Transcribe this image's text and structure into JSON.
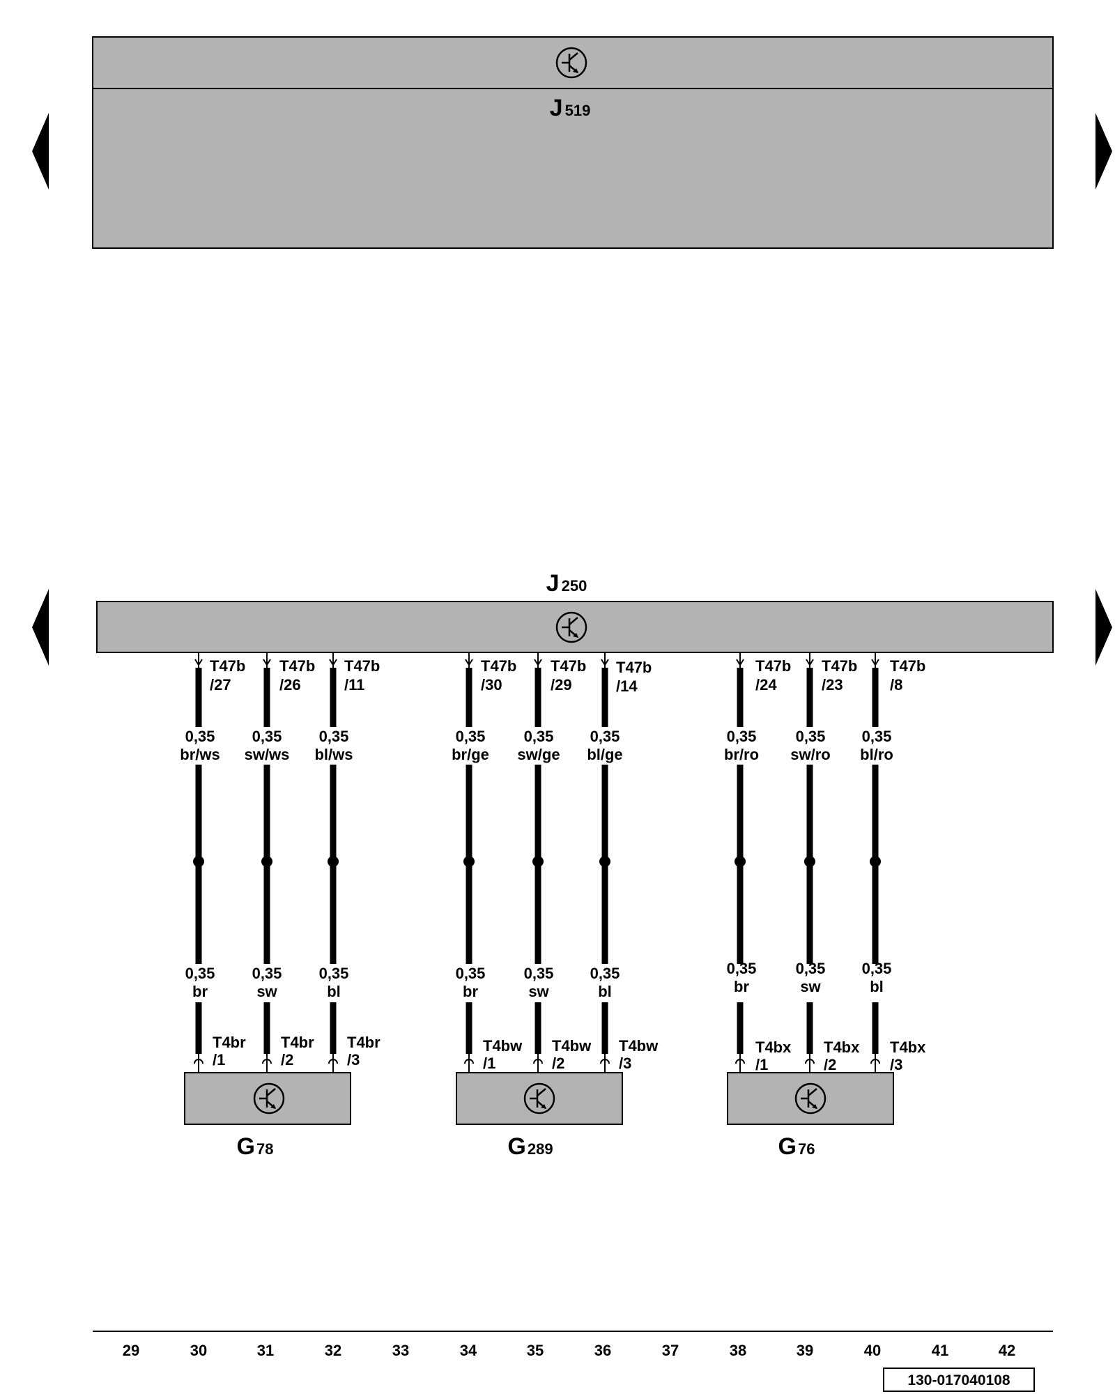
{
  "colors": {
    "module_fill": "#b3b3b3",
    "line": "#000000",
    "background": "#ffffff"
  },
  "modules": {
    "j519": {
      "letter": "J",
      "number": "519",
      "icon": "electronic-module-icon"
    },
    "j250": {
      "letter": "J",
      "number": "250",
      "icon": "electronic-module-icon"
    }
  },
  "nav": {
    "left_icon": "triangle-left-icon",
    "right_icon": "triangle-right-icon"
  },
  "wires": [
    {
      "top_conn": "T47b",
      "top_pin": "/27",
      "top_size": "0,35",
      "top_color": "br/ws",
      "bottom_size": "0,35",
      "bottom_color": "br",
      "bottom_conn": "T4br",
      "bottom_pin": "/1"
    },
    {
      "top_conn": "T47b",
      "top_pin": "/26",
      "top_size": "0,35",
      "top_color": "sw/ws",
      "bottom_size": "0,35",
      "bottom_color": "sw",
      "bottom_conn": "T4br",
      "bottom_pin": "/2"
    },
    {
      "top_conn": "T47b",
      "top_pin": "/11",
      "top_size": "0,35",
      "top_color": "bl/ws",
      "bottom_size": "0,35",
      "bottom_color": "bl",
      "bottom_conn": "T4br",
      "bottom_pin": "/3"
    },
    {
      "top_conn": "T47b",
      "top_pin": "/30",
      "top_size": "0,35",
      "top_color": "br/ge",
      "bottom_size": "0,35",
      "bottom_color": "br",
      "bottom_conn": "T4bw",
      "bottom_pin": "/1"
    },
    {
      "top_conn": "T47b",
      "top_pin": "/29",
      "top_size": "0,35",
      "top_color": "sw/ge",
      "bottom_size": "0,35",
      "bottom_color": "sw",
      "bottom_conn": "T4bw",
      "bottom_pin": "/2"
    },
    {
      "top_conn": "T47b",
      "top_pin": "/14",
      "top_size": "0,35",
      "top_color": "bl/ge",
      "bottom_size": "0,35",
      "bottom_color": "bl",
      "bottom_conn": "T4bw",
      "bottom_pin": "/3"
    },
    {
      "top_conn": "T47b",
      "top_pin": "/24",
      "top_size": "0,35",
      "top_color": "br/ro",
      "bottom_size": "0,35",
      "bottom_color": "br",
      "bottom_conn": "T4bx",
      "bottom_pin": "/1"
    },
    {
      "top_conn": "T47b",
      "top_pin": "/23",
      "top_size": "0,35",
      "top_color": "sw/ro",
      "bottom_size": "0,35",
      "bottom_color": "sw",
      "bottom_conn": "T4bx",
      "bottom_pin": "/2"
    },
    {
      "top_conn": "T47b",
      "top_pin": "/8",
      "top_size": "0,35",
      "top_color": "bl/ro",
      "bottom_size": "0,35",
      "bottom_color": "bl",
      "bottom_conn": "T4bx",
      "bottom_pin": "/3"
    }
  ],
  "sensors": [
    {
      "letter": "G",
      "number": "78",
      "icon": "electronic-module-icon"
    },
    {
      "letter": "G",
      "number": "289",
      "icon": "electronic-module-icon"
    },
    {
      "letter": "G",
      "number": "76",
      "icon": "electronic-module-icon"
    }
  ],
  "columns": [
    "29",
    "30",
    "31",
    "32",
    "33",
    "34",
    "35",
    "36",
    "37",
    "38",
    "39",
    "40",
    "41",
    "42"
  ],
  "reference": "130-017040108"
}
